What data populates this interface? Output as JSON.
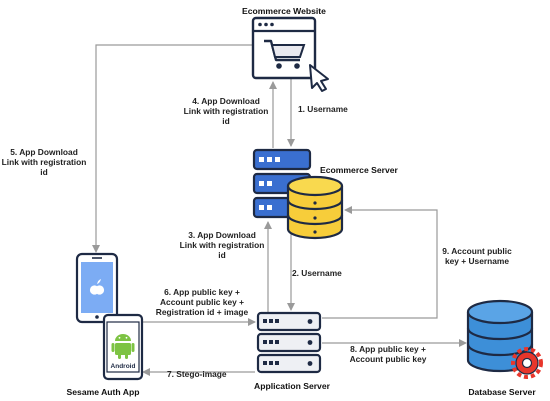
{
  "colors": {
    "arrow": "#9a9a9a",
    "server_blue": "#3a6fd0",
    "server_outline": "#1e2a44",
    "database_gold": "#f7cd3a",
    "phone_blue": "#7cacf4",
    "android_green": "#7dc343",
    "db_server_blue": "#3d8fd8",
    "gear_red": "#e8362b",
    "app_server_gray": "#eef0f4"
  },
  "nodes": {
    "ecommerce_website": {
      "label": "Ecommerce Website",
      "icon": "shopping-cart-icon"
    },
    "ecommerce_server": {
      "label": "Ecommerce Server",
      "icon": "server-database-icon"
    },
    "application_server": {
      "label": "Application Server",
      "icon": "server-icon"
    },
    "database_server": {
      "label": "Database Server",
      "icon": "database-gear-icon"
    },
    "sesame_auth_app": {
      "label": "Sesame Auth App",
      "icon": "phone-icon",
      "android_text": "Android"
    }
  },
  "edges": [
    {
      "id": "e1",
      "label": [
        "1. Username"
      ]
    },
    {
      "id": "e2",
      "label": [
        "2. Username"
      ]
    },
    {
      "id": "e3",
      "label": [
        "3. App Download",
        "Link with registration",
        "id"
      ]
    },
    {
      "id": "e4",
      "label": [
        "4. App Download",
        "Link with registration",
        "id"
      ]
    },
    {
      "id": "e5",
      "label": [
        "5. App Download",
        "Link with registration",
        "id"
      ]
    },
    {
      "id": "e6",
      "label": [
        "6. App public key +",
        "Account public key +",
        "Registration id + image"
      ]
    },
    {
      "id": "e7",
      "label": [
        "7. Stego-image"
      ]
    },
    {
      "id": "e8",
      "label": [
        "8. App public key +",
        "Account public key"
      ]
    },
    {
      "id": "e9",
      "label": [
        "9. Account public",
        "key + Username"
      ]
    }
  ]
}
